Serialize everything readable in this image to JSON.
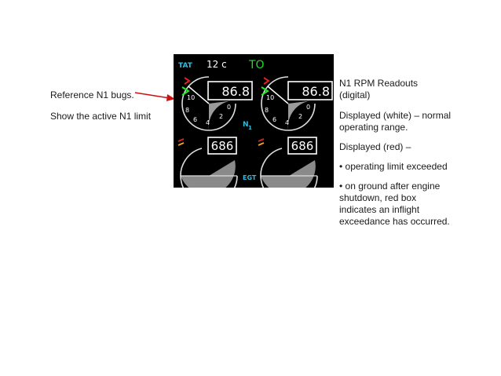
{
  "left_notes": {
    "bugs": "Reference N1 bugs.",
    "limit": "Show the active N1 limit"
  },
  "right_notes": {
    "heading_line1": "N1 RPM Readouts",
    "heading_line2": "(digital)",
    "white_line1": "Displayed (white) – normal",
    "white_line2": "operating range.",
    "red": "Displayed (red) –",
    "bullet1": "• operating limit exceeded",
    "bullet2_line1": "• on ground after engine",
    "bullet2_line2": "shutdown, red box",
    "bullet2_line3": "indicates an inflight",
    "bullet2_line4": "exceedance has occurred."
  },
  "display": {
    "tat_label": "TAT",
    "tat_value": "12 c",
    "thrust_mode": "TO",
    "n1_label_n": "N",
    "n1_label_sub": "1",
    "egt_label": "EGT",
    "engines": [
      {
        "n1_readout": "86.8",
        "egt_readout": "686",
        "scale": {
          "s10": "10",
          "s8": "8",
          "s6": "6",
          "s4": "4",
          "s2": "2",
          "s0": "0"
        }
      },
      {
        "n1_readout": "86.8",
        "egt_readout": "686",
        "scale": {
          "s10": "10",
          "s8": "8",
          "s6": "6",
          "s4": "4",
          "s2": "2",
          "s0": "0"
        }
      }
    ]
  },
  "colors": {
    "screen": "#000000",
    "readout": "#ffffff",
    "thrust_mode": "#22dd22",
    "label_cyan": "#33bbdd",
    "n1_fill": "#9a9a9a",
    "egt_fill": "#8a8a8a",
    "bug_green": "#22ee22",
    "bug_red": "#dd2222",
    "bug_amber": "#f0a020",
    "arrow": "#cc1111"
  }
}
